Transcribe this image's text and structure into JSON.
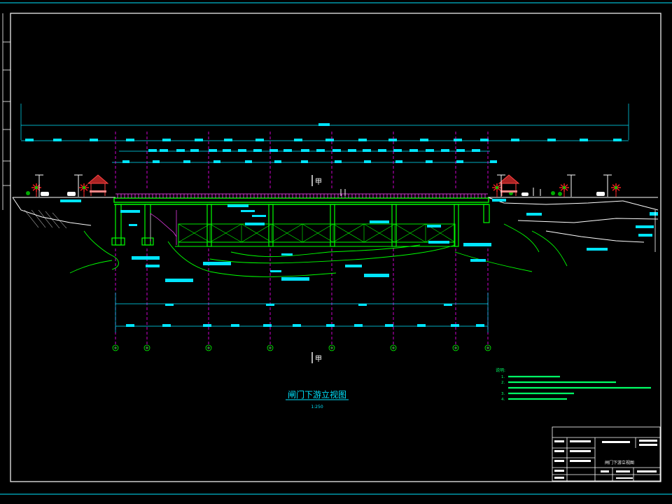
{
  "drawing": {
    "title": "闸门下游立视图",
    "scale": "1:250",
    "section_mark": "甲",
    "notes_heading": "说明:",
    "notes": [
      "1.",
      "2.",
      "",
      "3.",
      "4."
    ],
    "title_block": {
      "drawing_name": "闸门下游立视图"
    }
  },
  "colors": {
    "background": "#000000",
    "border": "#00e5ff",
    "structure": "#00ff00",
    "dimension": "#ff00ff",
    "label_box": "#00e5ff",
    "text": "#00ff66",
    "title": "#00e5ff",
    "tree": "#ff2222",
    "railing": "#ff44ff"
  }
}
